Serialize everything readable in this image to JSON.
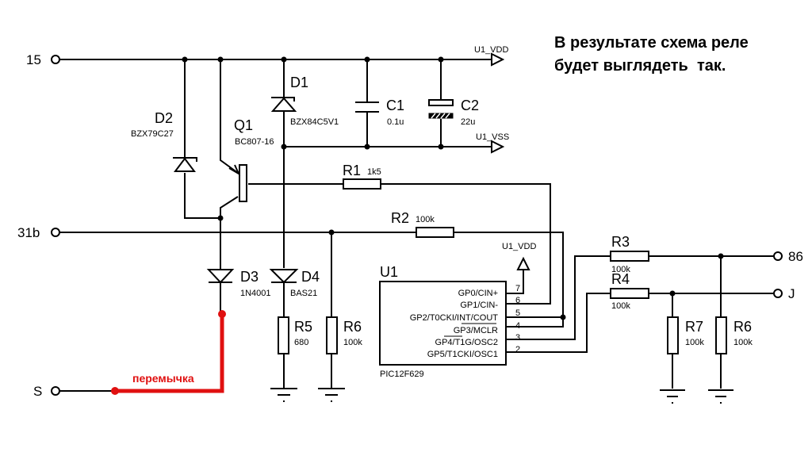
{
  "note": {
    "line1": "В результате схема реле",
    "line2": "будет выглядеть  так."
  },
  "terminals": {
    "t15": "15",
    "t31b": "31b",
    "tS": "S",
    "t86": "86",
    "tJ": "J"
  },
  "nets": {
    "vdd_top": "U1_VDD",
    "vss_top": "U1_VSS",
    "vdd_chip": "U1_VDD"
  },
  "components": {
    "D1": {
      "ref": "D1",
      "value": "BZX84C5V1"
    },
    "D2": {
      "ref": "D2",
      "value": "BZX79C27"
    },
    "D3": {
      "ref": "D3",
      "value": "1N4001"
    },
    "D4": {
      "ref": "D4",
      "value": "BAS21"
    },
    "Q1": {
      "ref": "Q1",
      "value": "BC807-16"
    },
    "C1": {
      "ref": "C1",
      "value": "0.1u"
    },
    "C2": {
      "ref": "C2",
      "value": "22u"
    },
    "R1": {
      "ref": "R1",
      "value": "1k5"
    },
    "R2": {
      "ref": "R2",
      "value": "100k"
    },
    "R3": {
      "ref": "R3",
      "value": "100k"
    },
    "R4": {
      "ref": "R4",
      "value": "100k"
    },
    "R5": {
      "ref": "R5",
      "value": "680"
    },
    "R6a": {
      "ref": "R6",
      "value": "100k"
    },
    "R6b": {
      "ref": "R6",
      "value": "100k"
    },
    "R7": {
      "ref": "R7",
      "value": "100k"
    },
    "U1": {
      "ref": "U1",
      "value": "PIC12F629",
      "pins": [
        {
          "num": "7",
          "name": "GP0/CIN+"
        },
        {
          "num": "6",
          "name": "GP1/CIN-"
        },
        {
          "num": "5",
          "name": "GP2/T0CKI/INT/COUT"
        },
        {
          "num": "4",
          "name": "GP3/MCLR"
        },
        {
          "num": "3",
          "name": "GP4/T1G/OSC2"
        },
        {
          "num": "2",
          "name": "GP5/T1CKI/OSC1"
        }
      ]
    }
  },
  "jumper": {
    "label": "перемычка",
    "color": "#e01010"
  }
}
